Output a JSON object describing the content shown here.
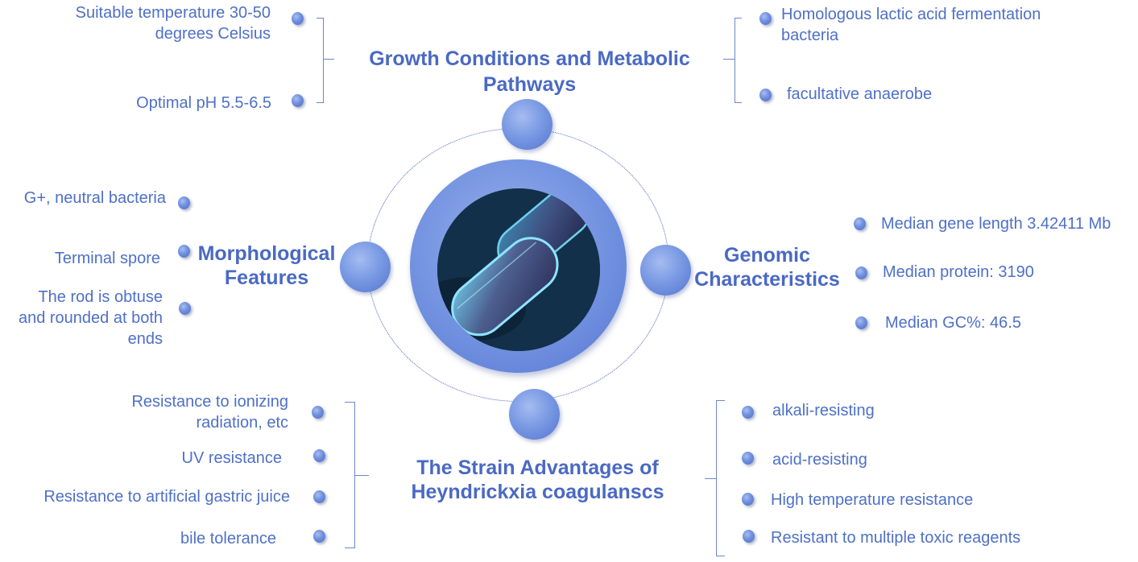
{
  "growth": {
    "title_line1": "Growth Conditions and Metabolic",
    "title_line2": "Pathways",
    "left_items": [
      "Suitable temperature 30-50",
      "degrees Celsius",
      "Optimal pH 5.5-6.5"
    ],
    "right_items": [
      "Homologous lactic acid fermentation",
      "bacteria",
      "facultative anaerobe"
    ]
  },
  "morphology": {
    "title_line1": "Morphological",
    "title_line2": "Features",
    "items": [
      "G+, neutral bacteria",
      "Terminal spore",
      "The rod is obtuse",
      "and rounded at both",
      "ends"
    ]
  },
  "genomic": {
    "title_line1": "Genomic",
    "title_line2": "Characteristics",
    "items": [
      "Median gene length 3.42411 Mb",
      "Median protein: 3190",
      "Median GC%: 46.5"
    ]
  },
  "advantages": {
    "title_line1": "The Strain Advantages of",
    "title_line2": "Heyndrickxia coagulanscs",
    "left_items": [
      "Resistance to ionizing",
      "radiation, etc",
      "UV resistance",
      "Resistance to artificial gastric juice",
      "bile tolerance"
    ],
    "right_items": [
      "alkali-resisting",
      "acid-resisting",
      "High temperature resistance",
      "Resistant to multiple toxic reagents"
    ]
  },
  "colors": {
    "text": "#4e70c6",
    "heading": "#4a69c4",
    "node": "#6f8fdd"
  }
}
